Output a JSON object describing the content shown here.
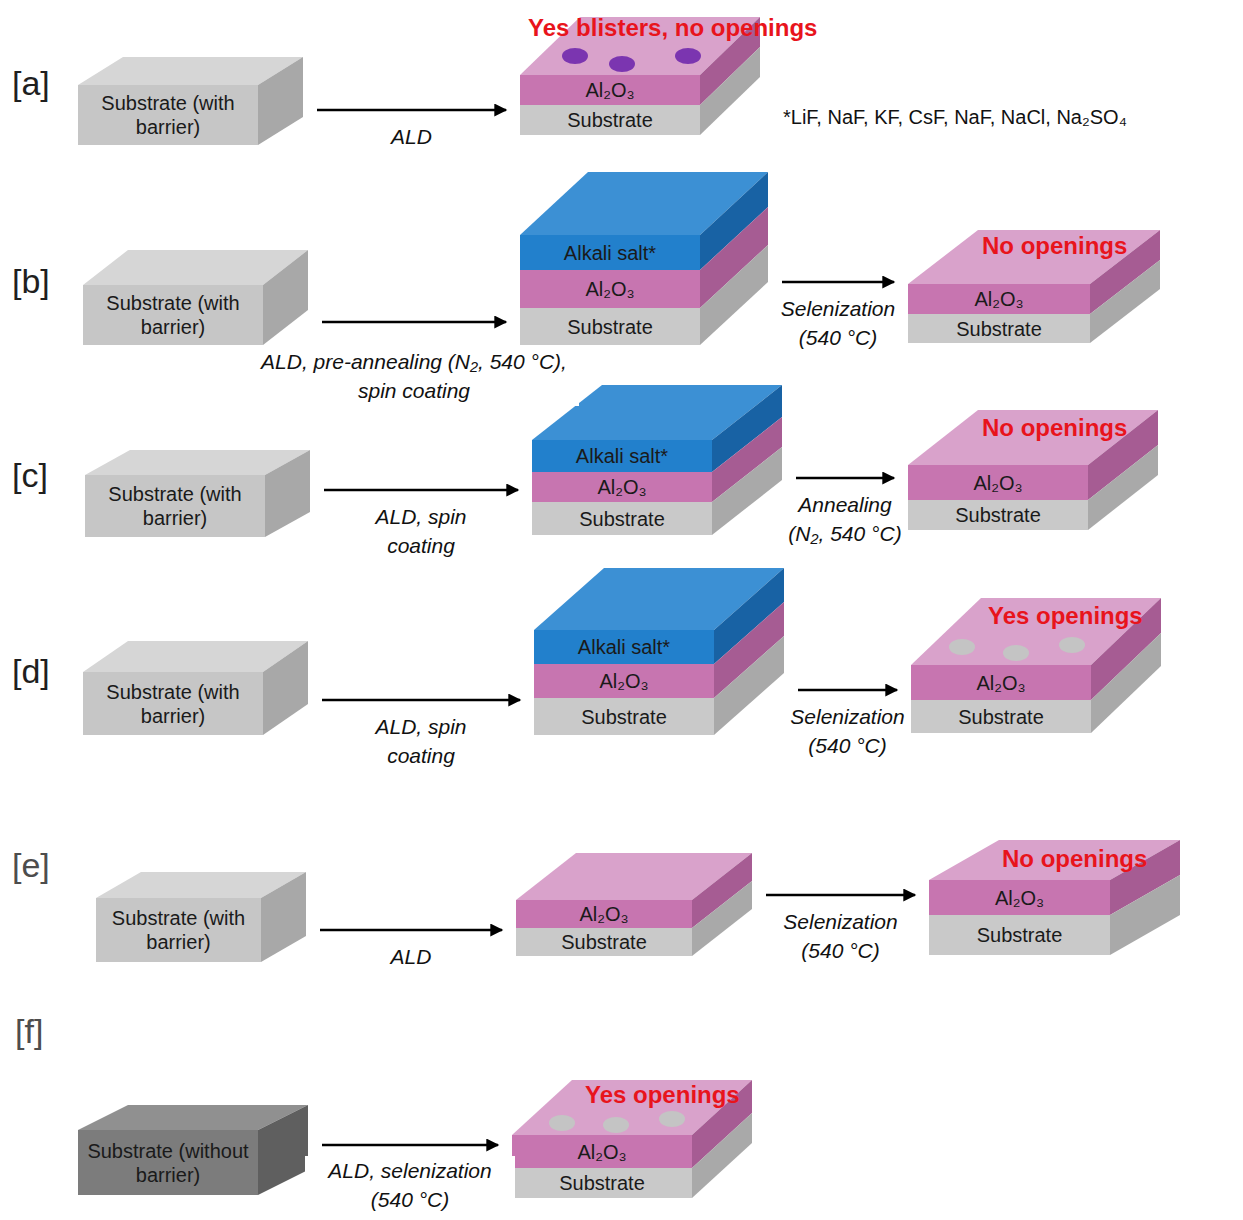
{
  "diagram": {
    "nodes": [
      {
        "text": [
          "Substrate (with barrier)"
        ]
      },
      {
        "text": [
          "Yes blisters, no openings"
        ]
      },
      {
        "text": [
          "Al₂O₃"
        ],
        "in": 1
      },
      {
        "text": [
          "Substrate"
        ],
        "in": 1
      },
      {
        "text": [
          "Substrate (with barrier)"
        ]
      },
      {
        "text": []
      },
      {
        "text": [
          "Alkali salt*"
        ],
        "in": 5
      },
      {
        "text": [
          "Al₂O₃"
        ],
        "in": 5
      },
      {
        "text": [
          "Substrate"
        ],
        "in": 5
      },
      {
        "text": [
          "No openings"
        ]
      },
      {
        "text": [
          "Al₂O₃"
        ],
        "in": 9
      },
      {
        "text": [
          "Substrate"
        ],
        "in": 9
      },
      {
        "text": [
          "Substrate (with barrier)"
        ]
      },
      {
        "text": []
      },
      {
        "text": [
          "Alkali salt*"
        ],
        "in": 13
      },
      {
        "text": [
          "Al₂O₃"
        ],
        "in": 13
      },
      {
        "text": [
          "Substrate"
        ],
        "in": 13
      },
      {
        "text": [
          "No openings"
        ]
      },
      {
        "text": [
          "Al₂O₃"
        ],
        "in": 17
      },
      {
        "text": [
          "Substrate"
        ],
        "in": 17
      },
      {
        "text": [
          "Substrate (with barrier)"
        ]
      },
      {
        "text": []
      },
      {
        "text": [
          "Alkali salt*"
        ],
        "in": 21
      },
      {
        "text": [
          "Al₂O₃"
        ],
        "in": 21
      },
      {
        "text": [
          "Substrate"
        ],
        "in": 21
      },
      {
        "text": [
          "Yes openings"
        ]
      },
      {
        "text": [
          "Al₂O₃"
        ],
        "in": 25
      },
      {
        "text": [
          "Substrate"
        ],
        "in": 25
      },
      {
        "text": [
          "Substrate (with barrier)"
        ]
      },
      {
        "text": []
      },
      {
        "text": [
          "Al₂O₃"
        ],
        "in": 29
      },
      {
        "text": [
          "Substrate"
        ],
        "in": 29
      },
      {
        "text": [
          "No openings"
        ]
      },
      {
        "text": [
          "Al₂O₃"
        ],
        "in": 32
      },
      {
        "text": [
          "Substrate"
        ],
        "in": 32
      },
      {
        "text": [
          "Substrate (without barrier)"
        ]
      },
      {
        "text": [
          "Yes openings"
        ]
      },
      {
        "text": [
          "Al₂O₃"
        ],
        "in": 36
      },
      {
        "text": [
          "Substrate"
        ],
        "in": 36
      }
    ],
    "edges": [
      {
        "from": 0,
        "to": 1,
        "arrow": "to",
        "label": "ALD"
      },
      {
        "from": 4,
        "to": 5,
        "arrow": "to",
        "label": "ALD, pre-annealing (N₂, 540 °C), spin coating"
      },
      {
        "from": 5,
        "to": 9,
        "arrow": "to",
        "label": "Selenization (540 °C)"
      },
      {
        "from": 12,
        "to": 13,
        "arrow": "to",
        "label": "ALD, spin coating"
      },
      {
        "from": 13,
        "to": 17,
        "arrow": "to",
        "label": "Annealing (N₂, 540 °C)"
      },
      {
        "from": 20,
        "to": 21,
        "arrow": "to",
        "label": "ALD, spin coating"
      },
      {
        "from": 21,
        "to": 25,
        "arrow": "to",
        "label": "Selenization (540 °C)"
      },
      {
        "from": 28,
        "to": 29,
        "arrow": "to",
        "label": "ALD"
      },
      {
        "from": 29,
        "to": 32,
        "arrow": "to",
        "label": "Selenization (540 °C)"
      },
      {
        "from": 35,
        "to": 36,
        "arrow": "to",
        "label": "ALD, selenization (540 °C)"
      }
    ],
    "labels": [
      "[a]",
      "*LiF, NaF, KF, CsF, NaF, NaCl, Na₂SO₄",
      "[b]",
      "[c]",
      "[d]",
      "[e]",
      "[f]"
    ]
  }
}
